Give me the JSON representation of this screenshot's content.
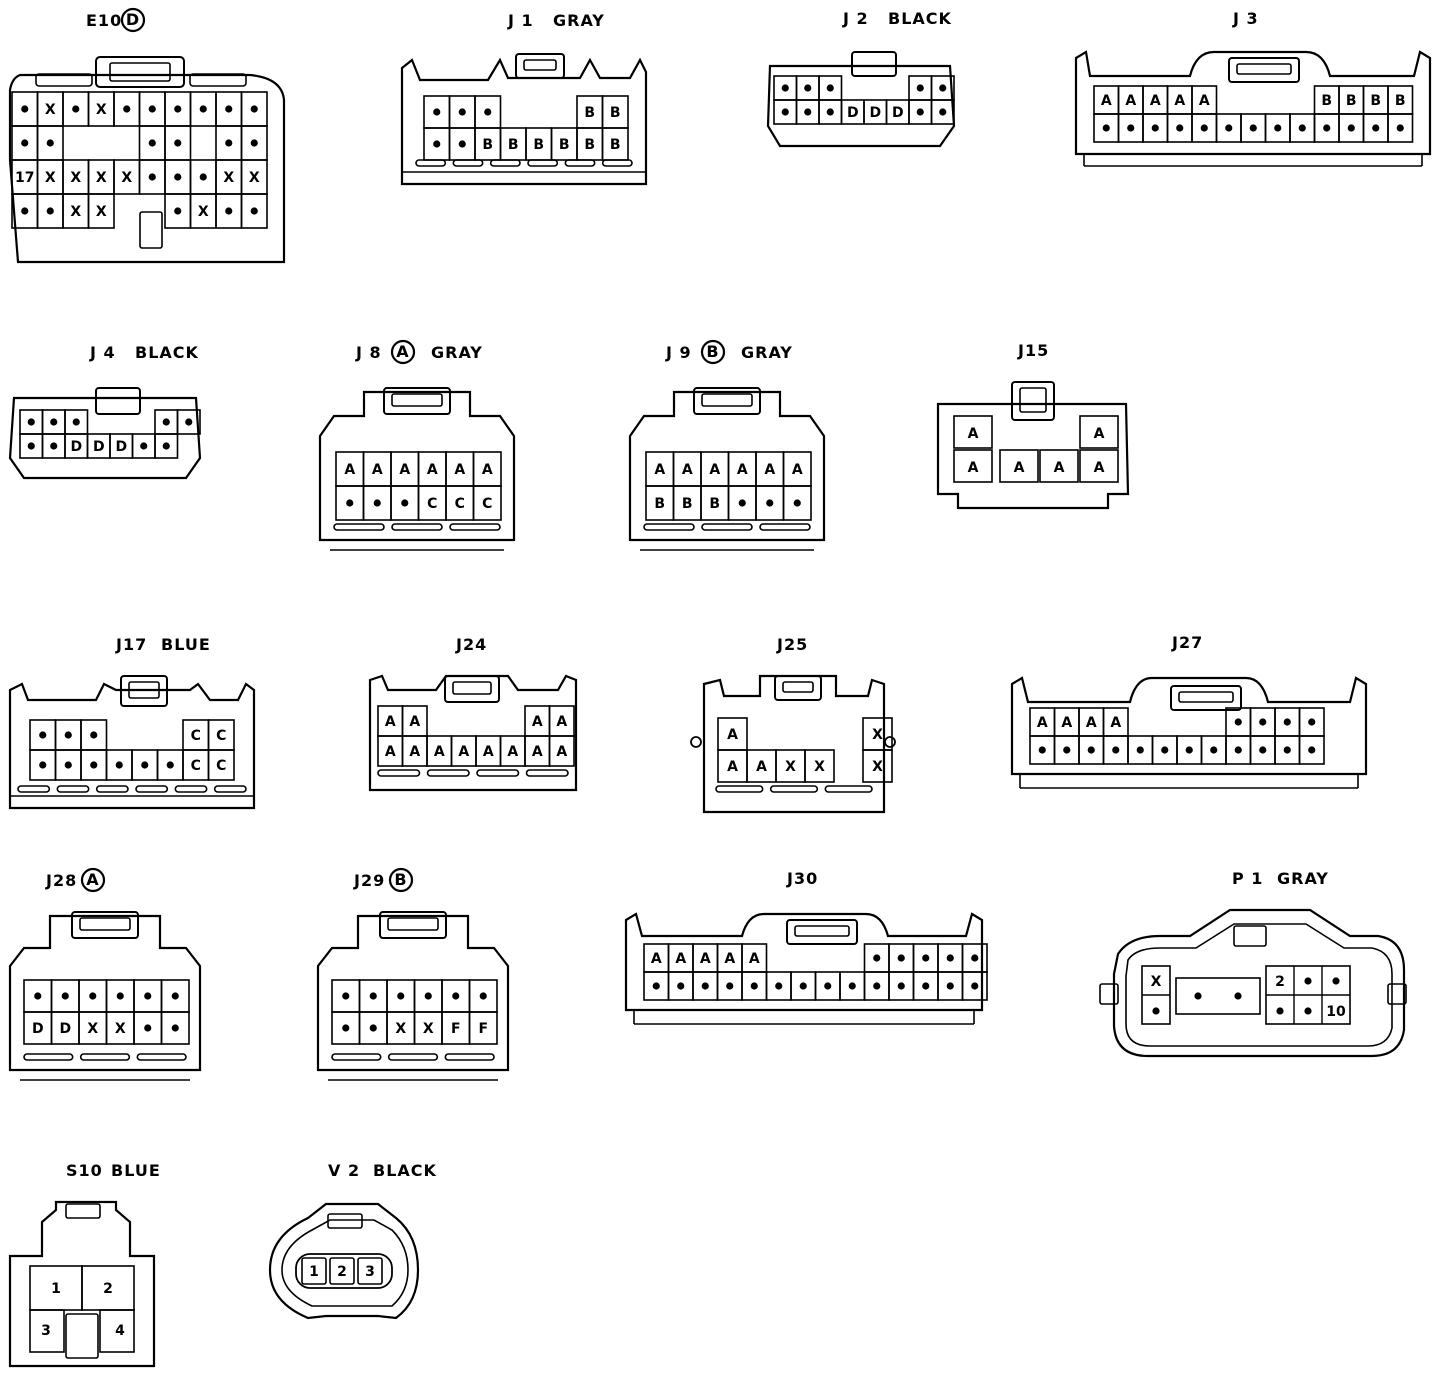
{
  "connectors": [
    {
      "title": "E10",
      "badge": "D",
      "rows": [
        [
          "•",
          "X",
          "•",
          "X",
          "•",
          "•",
          "•",
          "•",
          "•",
          "•"
        ],
        [
          "•",
          "•",
          "",
          "",
          "",
          "•",
          "•",
          "",
          "•",
          "•"
        ],
        [
          "17",
          "X",
          "X",
          "X",
          "X",
          "•",
          "•",
          "•",
          "X",
          "X"
        ],
        [
          "•",
          "•",
          "X",
          "X",
          "",
          "",
          "•",
          "X",
          "•",
          "•"
        ]
      ]
    },
    {
      "title": "J 1",
      "color": "GRAY",
      "rows": [
        [
          "•",
          "•",
          "•",
          "",
          "",
          "",
          "B",
          "B"
        ],
        [
          "•",
          "•",
          "B",
          "B",
          "B",
          "B",
          "B",
          "B"
        ]
      ]
    },
    {
      "title": "J 2",
      "color": "BLACK",
      "rows": [
        [
          "•",
          "•",
          "•",
          "",
          "",
          "",
          "•",
          "•"
        ],
        [
          "•",
          "•",
          "•",
          "D",
          "D",
          "D",
          "•",
          "•"
        ]
      ]
    },
    {
      "title": "J 3",
      "rows": [
        [
          "A",
          "A",
          "A",
          "A",
          "A",
          "",
          "",
          "",
          "",
          "B",
          "B",
          "B",
          "B"
        ],
        [
          "•",
          "•",
          "•",
          "•",
          "•",
          "•",
          "•",
          "•",
          "•",
          "•",
          "•",
          "•",
          "•"
        ]
      ]
    },
    {
      "title": "J 4",
      "color": "BLACK",
      "rows": [
        [
          "•",
          "•",
          "•",
          "",
          "",
          "",
          "•",
          "•"
        ],
        [
          "•",
          "•",
          "D",
          "D",
          "D",
          "•",
          "•",
          ""
        ]
      ]
    },
    {
      "title": "J 8",
      "badge": "A",
      "color": "GRAY",
      "rows": [
        [
          "A",
          "A",
          "A",
          "A",
          "A",
          "A"
        ],
        [
          "•",
          "•",
          "•",
          "C",
          "C",
          "C"
        ]
      ]
    },
    {
      "title": "J 9",
      "badge": "B",
      "color": "GRAY",
      "rows": [
        [
          "A",
          "A",
          "A",
          "A",
          "A",
          "A"
        ],
        [
          "B",
          "B",
          "B",
          "•",
          "•",
          "•"
        ]
      ]
    },
    {
      "title": "J15",
      "rows": [
        [
          "A",
          "",
          "",
          "A"
        ],
        [
          "A",
          "A",
          "A",
          "A"
        ]
      ]
    },
    {
      "title": "J17",
      "color": "BLUE",
      "rows": [
        [
          "•",
          "•",
          "•",
          "",
          "",
          "",
          "C",
          "C"
        ],
        [
          "•",
          "•",
          "•",
          "•",
          "•",
          "•",
          "C",
          "C"
        ]
      ]
    },
    {
      "title": "J24",
      "rows": [
        [
          "A",
          "A",
          "",
          "",
          "",
          "",
          "A",
          "A"
        ],
        [
          "A",
          "A",
          "A",
          "A",
          "A",
          "A",
          "A",
          "A"
        ]
      ]
    },
    {
      "title": "J25",
      "rows": [
        [
          "A",
          "",
          "",
          "",
          "",
          "X"
        ],
        [
          "A",
          "A",
          "X",
          "X",
          "",
          "X"
        ]
      ]
    },
    {
      "title": "J27",
      "rows": [
        [
          "A",
          "A",
          "A",
          "A",
          "",
          "",
          "",
          "",
          "•",
          "•",
          "•",
          "•"
        ],
        [
          "•",
          "•",
          "•",
          "•",
          "•",
          "•",
          "•",
          "•",
          "•",
          "•",
          "•",
          "•"
        ]
      ]
    },
    {
      "title": "J28",
      "badge": "A",
      "rows": [
        [
          "•",
          "•",
          "•",
          "•",
          "•",
          "•"
        ],
        [
          "D",
          "D",
          "X",
          "X",
          "•",
          "•"
        ]
      ]
    },
    {
      "title": "J29",
      "badge": "B",
      "rows": [
        [
          "•",
          "•",
          "•",
          "•",
          "•",
          "•"
        ],
        [
          "•",
          "•",
          "X",
          "X",
          "F",
          "F"
        ]
      ]
    },
    {
      "title": "J30",
      "rows": [
        [
          "A",
          "A",
          "A",
          "A",
          "A",
          "",
          "",
          "",
          "",
          "•",
          "•",
          "•",
          "•",
          "•"
        ],
        [
          "•",
          "•",
          "•",
          "•",
          "•",
          "•",
          "•",
          "•",
          "•",
          "•",
          "•",
          "•",
          "•",
          "•"
        ]
      ]
    },
    {
      "title": "P 1",
      "color": "GRAY",
      "pins": [
        "X",
        "•",
        "•",
        "•",
        "2",
        "•",
        "•",
        "•",
        "•",
        "10"
      ]
    },
    {
      "title": "S10",
      "color": "BLUE",
      "pins": [
        "1",
        "2",
        "3",
        "4"
      ]
    },
    {
      "title": "V 2",
      "color": "BLACK",
      "pins": [
        "1",
        "2",
        "3"
      ]
    }
  ]
}
